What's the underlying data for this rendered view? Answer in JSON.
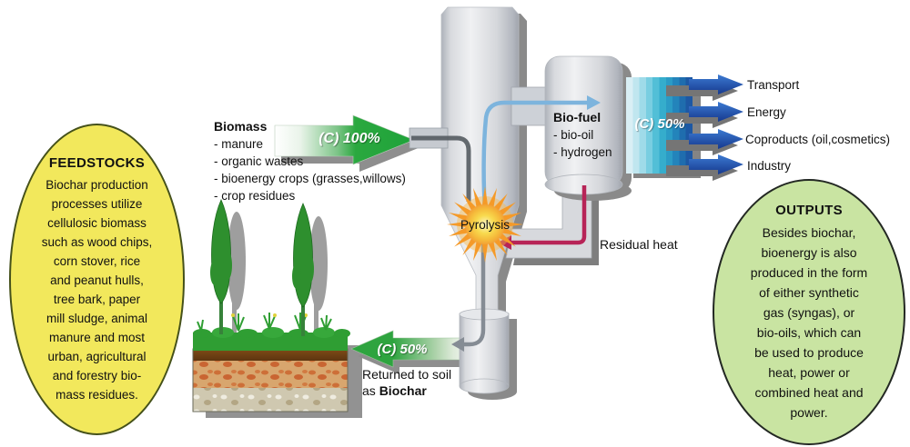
{
  "feedstocks": {
    "title": "FEEDSTOCKS",
    "body": "Biochar production\nprocesses utilize\ncellulosic biomass\nsuch as wood chips,\ncorn stover, rice\nand peanut hulls,\ntree bark, paper\nmill sludge, animal\nmanure and most\nurban, agricultural\nand forestry bio-\nmass residues."
  },
  "outputs_bubble": {
    "title": "OUTPUTS",
    "body": "Besides biochar,\nbioenergy is also\nproduced in the form\nof either synthetic\ngas (syngas), or\nbio-oils, which can\nbe used to produce\nheat, power or\ncombined heat and\npower."
  },
  "biomass": {
    "title": "Biomass",
    "items": [
      "- manure",
      "- organic wastes",
      "- bioenergy crops (grasses,willows)",
      "- crop residues"
    ]
  },
  "biofuel": {
    "title": "Bio-fuel",
    "items": [
      "- bio-oil",
      "- hydrogen"
    ]
  },
  "labels": {
    "carbon_in": "(C) 100%",
    "carbon_biofuel": "(C) 50%",
    "carbon_biochar": "(C) 50%",
    "pyrolysis": "Pyrolysis",
    "residual_heat": "Residual heat",
    "returned_line1": "Returned to soil",
    "returned_prefix": "as",
    "returned_bold": "Biochar"
  },
  "output_arrows": [
    "Transport",
    "Energy",
    "Coproducts (oil,cosmetics)",
    "Industry"
  ],
  "colors": {
    "feedstock_fill": "#f2e85c",
    "outputs_fill": "#c9e4a2",
    "flow_green": "#1fa33a",
    "band_blue_dark": "#1d58a4",
    "output_arrow_blue": "#1c4fae",
    "residual_red": "#b72457",
    "vapor_blue": "#7db4dd",
    "sun_orange": "#f59a28"
  }
}
